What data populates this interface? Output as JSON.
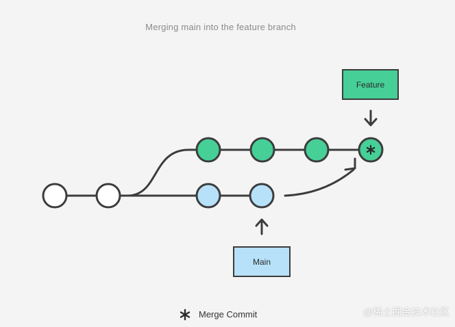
{
  "diagram": {
    "title": "Merging main into the feature branch",
    "feature_label": "Feature",
    "main_label": "Main",
    "legend_label": "Merge Commit",
    "legend_icon": "asterisk-icon",
    "watermark": "@稀土掘金技术社区"
  },
  "colors": {
    "background": "#f4f4f4",
    "stroke": "#3c3c3c",
    "commit_base": "#ffffff",
    "commit_feature": "#46cf97",
    "commit_main": "#b6e1f9",
    "label_feature": "#46cf97",
    "label_main": "#b6e1f9"
  }
}
